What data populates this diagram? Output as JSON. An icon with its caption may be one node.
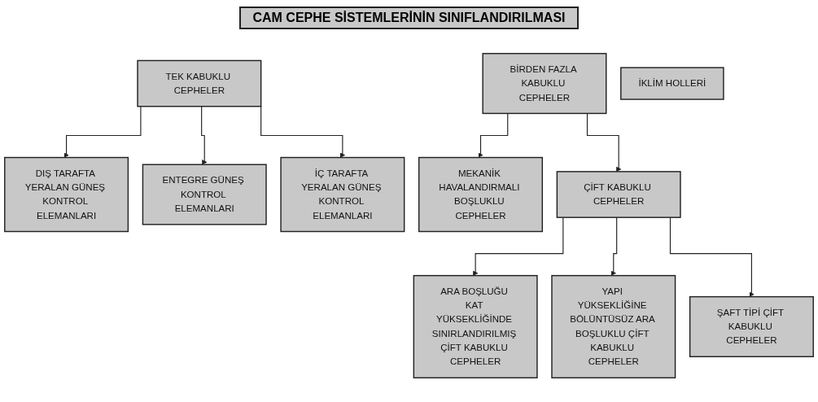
{
  "diagram": {
    "title": "CAM CEPHE SİSTEMLERİNİN SINIFLANDIRILMASI",
    "nodes": [
      {
        "text": [
          "TEK KABUKLU CEPHELER"
        ]
      },
      {
        "text": [
          "BİRDEN FAZLA KABUKLU CEPHELER"
        ]
      },
      {
        "text": [
          "İKLİM HOLLERİ"
        ]
      },
      {
        "text": [
          "DIŞ TARAFTA YERALAN GÜNEŞ KONTROL ELEMANLARI"
        ]
      },
      {
        "text": [
          "ENTEGRE GÜNEŞ KONTROL ELEMANLARI"
        ]
      },
      {
        "text": [
          "İÇ TARAFTA YERALAN GÜNEŞ KONTROL ELEMANLARI"
        ]
      },
      {
        "text": [
          "MEKANİK HAVALANDIRMALI BOŞLUKLU CEPHELER"
        ]
      },
      {
        "text": [
          "ÇİFT KABUKLU CEPHELER"
        ]
      },
      {
        "text": [
          "ARA BOŞLUĞU KAT YÜKSEKLİĞİNDE SINIRLANDIRILMIŞ ÇİFT KABUKLU CEPHELER"
        ]
      },
      {
        "text": [
          "YAPI YÜKSEKLİĞİNE BÖLÜNTÜSÜZ ARA BOŞLUKLU ÇİFT KABUKLU CEPHELER"
        ]
      },
      {
        "text": [
          "ŞAFT TİPİ ÇİFT KABUKLU CEPHELER"
        ]
      }
    ],
    "edges": [
      {
        "from": 0,
        "to": 3,
        "arrow": "to"
      },
      {
        "from": 0,
        "to": 4,
        "arrow": "to"
      },
      {
        "from": 0,
        "to": 5,
        "arrow": "to"
      },
      {
        "from": 1,
        "to": 6,
        "arrow": "to"
      },
      {
        "from": 1,
        "to": 7,
        "arrow": "to"
      },
      {
        "from": 7,
        "to": 8,
        "arrow": "to"
      },
      {
        "from": 7,
        "to": 9,
        "arrow": "to"
      },
      {
        "from": 7,
        "to": 10,
        "arrow": "to"
      }
    ]
  }
}
